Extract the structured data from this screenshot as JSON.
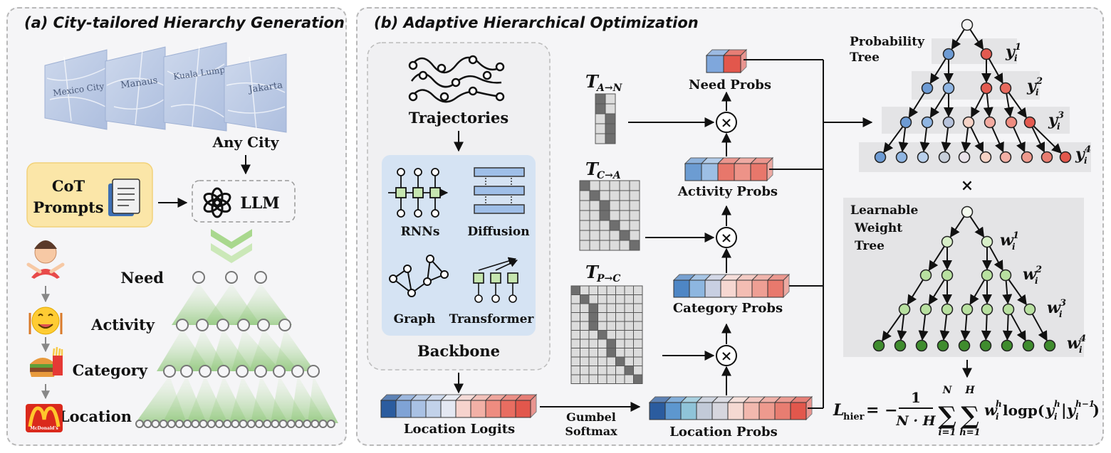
{
  "panel_a": {
    "title": "(a) City-tailored Hierarchy Generation",
    "cities": [
      "Mexico City",
      "Manaus",
      "Kuala Lumpur",
      "Jakarta"
    ],
    "any_city": "Any City",
    "cot_line1": "CoT",
    "cot_line2": "Prompts",
    "llm": "LLM",
    "levels": [
      "Need",
      "Activity",
      "Category",
      "Location"
    ],
    "brand_logo": "McDonald's"
  },
  "panel_b": {
    "title": "(b) Adaptive Hierarchical Optimization",
    "trajectories": "Trajectories",
    "backbone": "Backbone",
    "models": [
      "RNNs",
      "Diffusion",
      "Graph",
      "Transformer"
    ],
    "location_logits": "Location Logits",
    "gumbel_line1": "Gumbel",
    "gumbel_line2": "Softmax",
    "location_probs": "Location Probs",
    "category_probs": "Category Probs",
    "activity_probs": "Activity Probs",
    "need_probs": "Need Probs",
    "t_an": "A→N",
    "t_ca": "C→A",
    "t_pc": "P→C",
    "multiply": "×",
    "probability_tree_line1": "Probability",
    "probability_tree_line2": "Tree",
    "weight_tree_line1": "Learnable",
    "weight_tree_line2": "Weight",
    "weight_tree_line3": "Tree",
    "y_labels": [
      "1",
      "2",
      "3",
      "4"
    ],
    "w_labels": [
      "1",
      "2",
      "3",
      "4"
    ],
    "loss": {
      "L": "L",
      "sub": "hier",
      "eq": "= −",
      "num": "1",
      "den": "N · H",
      "sum1_top": "N",
      "sum1_bot": "i=1",
      "sum2_top": "H",
      "sum2_bot": "h=1",
      "tail": "logp(",
      "close": ")"
    }
  },
  "colors": {
    "blue_dark": "#2f5d9a",
    "blue_mid": "#8fb0dc",
    "red_dark": "#e2574c",
    "red_mid": "#f3a49a",
    "green_dark": "#3f8c2e",
    "green_light": "#c9e9b3",
    "panel_bg": "#f5f5f7"
  }
}
